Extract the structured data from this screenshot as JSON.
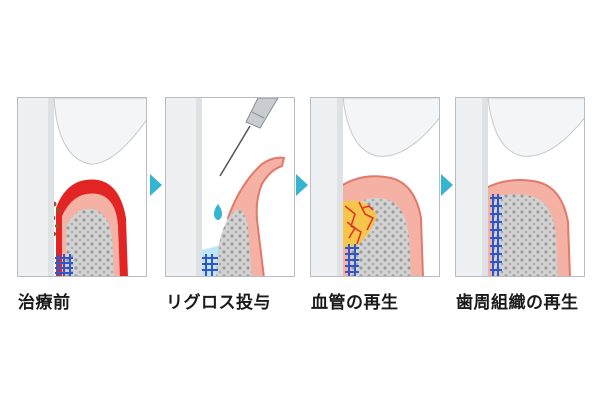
{
  "steps": [
    {
      "label": "治療前"
    },
    {
      "label": "リグロス投与"
    },
    {
      "label": "血管の再生"
    },
    {
      "label": "歯周組織の再生"
    }
  ],
  "colors": {
    "gum": "#f2a99c",
    "gum_edge": "#e07a6a",
    "inflamed": "#e02a2a",
    "bone": "#d4d4d4",
    "ligament": "#2f57c8",
    "arrow": "#35b5cf",
    "gel": "#bfe7f7",
    "tooth_root": "#eef0f2"
  },
  "icons": [
    "syringe-icon",
    "droplet-icon",
    "arrow-right-icon"
  ]
}
